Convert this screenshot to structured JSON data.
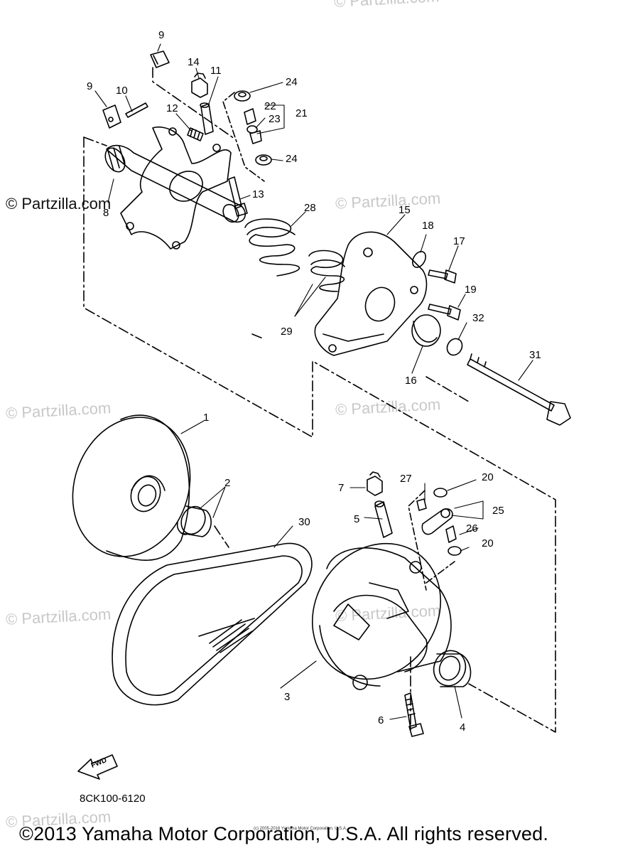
{
  "watermarks": [
    "© Partzilla.com",
    "© Partzilla.com",
    "© Partzilla.com",
    "© Partzilla.com",
    "© Partzilla.com",
    "© Partzilla.com",
    "© Partzilla.com"
  ],
  "side_watermark": "© Partzilla.com",
  "callouts": {
    "c1": "1",
    "c2": "2",
    "c3": "3",
    "c4": "4",
    "c5": "5",
    "c6": "6",
    "c7": "7",
    "c8": "8",
    "c9a": "9",
    "c9b": "9",
    "c10": "10",
    "c11": "11",
    "c12": "12",
    "c13": "13",
    "c14": "14",
    "c15": "15",
    "c16": "16",
    "c17": "17",
    "c18": "18",
    "c19": "19",
    "c20a": "20",
    "c20b": "20",
    "c21": "21",
    "c22": "22",
    "c23": "23",
    "c24a": "24",
    "c24b": "24",
    "c25": "25",
    "c26": "26",
    "c27": "27",
    "c28": "28",
    "c29": "29",
    "c30": "30",
    "c31": "31",
    "c32": "32"
  },
  "fwd_label": "FWD",
  "diagram_code": "8CK100-6120",
  "small_print": "(c) 2005-2016 Yamaha Motor Corporation, U.S.A.",
  "copyright": "©2013 Yamaha Motor Corporation, U.S.A. All rights reserved."
}
